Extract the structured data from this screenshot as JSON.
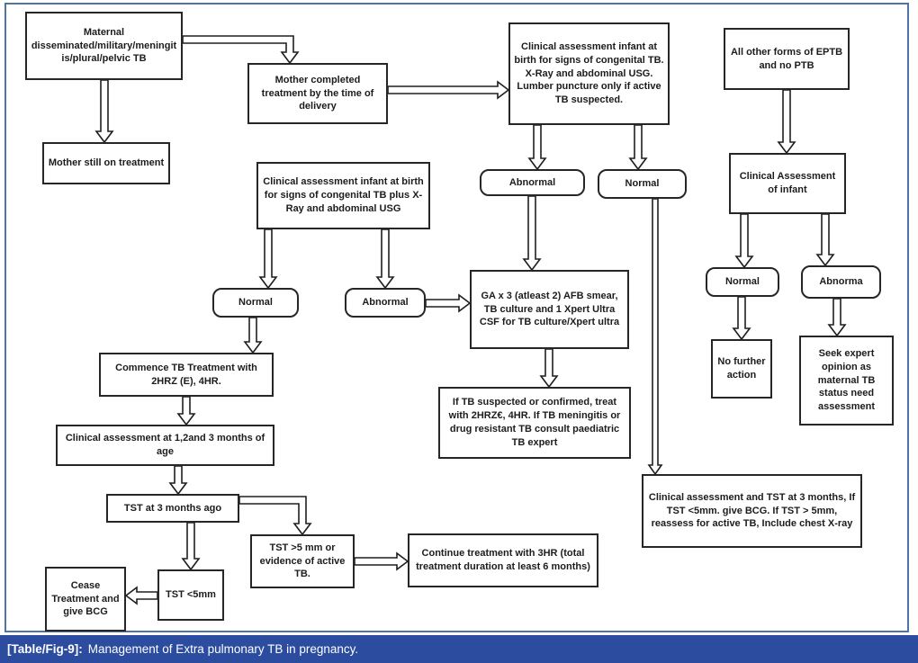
{
  "figure": {
    "caption_tag": "[Table/Fig-9]:",
    "caption_text": "Management of Extra pulmonary TB in pregnancy.",
    "border_color": "#4e74a8",
    "caption_bg": "#2b4c9f",
    "box_border_color": "#262626"
  },
  "nodes": [
    {
      "id": "maternal-tb",
      "shape": "rect",
      "label": "Maternal disseminated/military/meningitis/plural/pelvic TB"
    },
    {
      "id": "mother-completed",
      "shape": "rect",
      "label": "Mother completed treatment by the time of delivery"
    },
    {
      "id": "mother-still-on-treatment",
      "shape": "rect",
      "label": "Mother still on treatment"
    },
    {
      "id": "clinical-assessment-birth-lumber",
      "shape": "rect",
      "label": "Clinical assessment infant at birth for signs of congenital TB. X-Ray and abdominal USG. Lumber puncture only if active TB suspected."
    },
    {
      "id": "all-other-eptb",
      "shape": "rect",
      "label": "All other forms of EPTB and no PTB"
    },
    {
      "id": "clinical-assessment-of-infant",
      "shape": "rect",
      "label": "Clinical Assessment of infant"
    },
    {
      "id": "abnormal-1",
      "shape": "rounded",
      "label": "Abnormal"
    },
    {
      "id": "normal-1",
      "shape": "rounded",
      "label": "Normal"
    },
    {
      "id": "clinical-assessment-birth-plus",
      "shape": "rect",
      "label": "Clinical assessment infant at birth for signs of congenital TB plus X-Ray and abdominal USG"
    },
    {
      "id": "normal-2",
      "shape": "rounded",
      "label": "Normal"
    },
    {
      "id": "abnormal-2",
      "shape": "rounded",
      "label": "Abnormal"
    },
    {
      "id": "ga-x3",
      "shape": "rect",
      "label": "GA x 3 (atleast 2) AFB smear, TB culture and 1 Xpert Ultra CSF for TB culture/Xpert ultra"
    },
    {
      "id": "if-tb-suspected",
      "shape": "rect",
      "label": "If TB suspected or confirmed, treat with 2HRZ€, 4HR. If TB meningitis or drug resistant TB consult paediatric TB expert"
    },
    {
      "id": "normal-3",
      "shape": "rounded",
      "label": "Normal"
    },
    {
      "id": "abnorma-3",
      "shape": "rounded",
      "label": "Abnorma"
    },
    {
      "id": "no-further-action",
      "shape": "rect",
      "label": "No further action"
    },
    {
      "id": "seek-expert",
      "shape": "rect",
      "label": "Seek expert opinion as maternal TB status need assessment"
    },
    {
      "id": "commence-tb-treatment",
      "shape": "rect",
      "label": "Commence TB Treatment with 2HRZ (E), 4HR."
    },
    {
      "id": "clinical-assessment-123",
      "shape": "rect",
      "label": "Clinical assessment at 1,2and 3 months of age"
    },
    {
      "id": "tst-at-3-months",
      "shape": "rect",
      "label": "TST at 3 months ago"
    },
    {
      "id": "tst-less-5mm",
      "shape": "rect",
      "label": "TST <5mm"
    },
    {
      "id": "cease-treatment",
      "shape": "rect",
      "label": "Cease Treatment and give BCG"
    },
    {
      "id": "tst-more-5mm",
      "shape": "rect",
      "label": "TST >5 mm or evidence of active TB."
    },
    {
      "id": "continue-treatment",
      "shape": "rect",
      "label": "Continue treatment with 3HR (total treatment duration at least 6 months)"
    },
    {
      "id": "clinical-tst-3-months",
      "shape": "rect",
      "label": "Clinical assessment and TST at 3 months, If TST <5mm. give BCG. If TST > 5mm, reassess for active TB, Include chest X-ray"
    }
  ],
  "edges": [
    {
      "from": "maternal-tb",
      "to": "mother-completed"
    },
    {
      "from": "maternal-tb",
      "to": "mother-still-on-treatment"
    },
    {
      "from": "mother-completed",
      "to": "clinical-assessment-birth-lumber"
    },
    {
      "from": "clinical-assessment-birth-lumber",
      "to": "abnormal-1"
    },
    {
      "from": "clinical-assessment-birth-lumber",
      "to": "normal-1"
    },
    {
      "from": "abnormal-1",
      "to": "ga-x3"
    },
    {
      "from": "normal-1",
      "to": "clinical-tst-3-months"
    },
    {
      "from": "clinical-assessment-birth-plus",
      "to": "normal-2"
    },
    {
      "from": "clinical-assessment-birth-plus",
      "to": "abnormal-2"
    },
    {
      "from": "abnormal-2",
      "to": "ga-x3"
    },
    {
      "from": "normal-2",
      "to": "commence-tb-treatment"
    },
    {
      "from": "ga-x3",
      "to": "if-tb-suspected"
    },
    {
      "from": "commence-tb-treatment",
      "to": "clinical-assessment-123"
    },
    {
      "from": "clinical-assessment-123",
      "to": "tst-at-3-months"
    },
    {
      "from": "tst-at-3-months",
      "to": "tst-less-5mm"
    },
    {
      "from": "tst-at-3-months",
      "to": "tst-more-5mm"
    },
    {
      "from": "tst-less-5mm",
      "to": "cease-treatment"
    },
    {
      "from": "tst-more-5mm",
      "to": "continue-treatment"
    },
    {
      "from": "all-other-eptb",
      "to": "clinical-assessment-of-infant"
    },
    {
      "from": "clinical-assessment-of-infant",
      "to": "normal-3"
    },
    {
      "from": "clinical-assessment-of-infant",
      "to": "abnorma-3"
    },
    {
      "from": "normal-3",
      "to": "no-further-action"
    },
    {
      "from": "abnorma-3",
      "to": "seek-expert"
    }
  ]
}
